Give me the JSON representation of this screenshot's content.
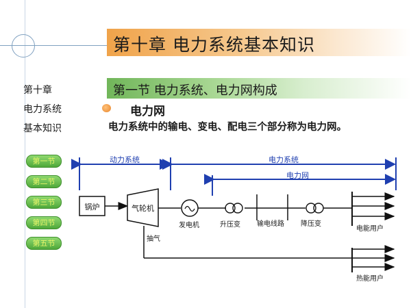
{
  "title": "第十章   电力系统基本知识",
  "section": "第一节  电力系统、电力网构成",
  "sidebar": {
    "lines": [
      "第十章",
      "电力系统",
      "基本知识"
    ],
    "nav": [
      "第一节",
      "第二节",
      "第三节",
      "第四节",
      "第五节"
    ]
  },
  "content": {
    "heading": "电力网",
    "paragraph": "电力系统中的输电、变电、配电三个部分称为电力网。"
  },
  "diagram": {
    "brackets": {
      "power_system_dynamic": "动力系统",
      "power_system": "电力系统",
      "power_network": "电力网"
    },
    "boiler": "锅炉",
    "turbine": "气轮机",
    "extraction": "抽气",
    "generator": "发电机",
    "step_up": "升压变",
    "transmission": "输电线路",
    "step_down": "降压变",
    "electric_users": "电能用户",
    "heat_users": "热能用户"
  },
  "colors": {
    "title_bar": "#f0a34a",
    "section_bar": "#71b65a",
    "bracket": "#1f3fb0",
    "nav_button": "#5cb844"
  }
}
